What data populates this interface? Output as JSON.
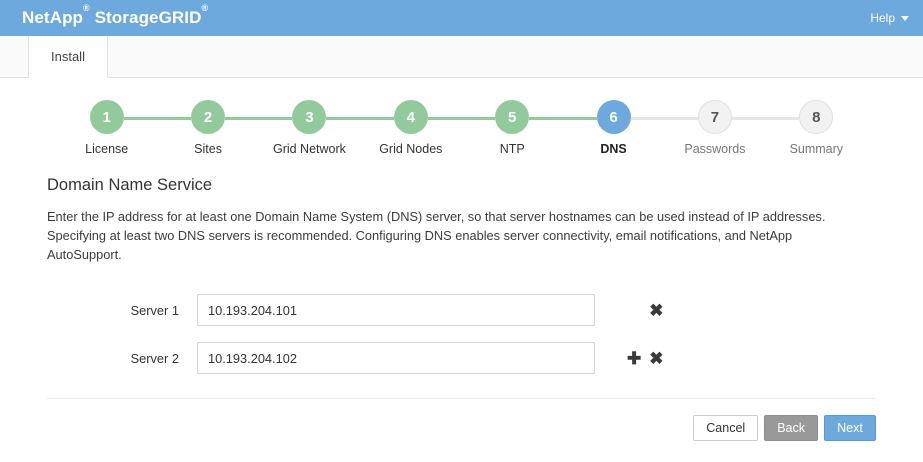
{
  "header": {
    "brand_name": "NetApp",
    "brand_product": "StorageGRID",
    "registered_mark": "®",
    "help_label": "Help",
    "help_caret_icon": "chevron-down-icon",
    "background_color": "#6da9dd"
  },
  "tabs": [
    {
      "label": "Install",
      "active": true
    }
  ],
  "stepper": {
    "colors": {
      "done": "#93ca9b",
      "current": "#6da9dd",
      "todo": "#f2f2f2"
    },
    "steps": [
      {
        "number": "1",
        "label": "License",
        "state": "done"
      },
      {
        "number": "2",
        "label": "Sites",
        "state": "done"
      },
      {
        "number": "3",
        "label": "Grid Network",
        "state": "done"
      },
      {
        "number": "4",
        "label": "Grid Nodes",
        "state": "done"
      },
      {
        "number": "5",
        "label": "NTP",
        "state": "done"
      },
      {
        "number": "6",
        "label": "DNS",
        "state": "current"
      },
      {
        "number": "7",
        "label": "Passwords",
        "state": "todo"
      },
      {
        "number": "8",
        "label": "Summary",
        "state": "todo"
      }
    ]
  },
  "main": {
    "title": "Domain Name Service",
    "description": "Enter the IP address for at least one Domain Name System (DNS) server, so that server hostnames can be used instead of IP addresses. Specifying at least two DNS servers is recommended. Configuring DNS enables server connectivity, email notifications, and NetApp AutoSupport.",
    "servers": [
      {
        "label": "Server 1",
        "value": "10.193.204.101",
        "placeholder": "",
        "has_add": false,
        "has_remove": true
      },
      {
        "label": "Server 2",
        "value": "10.193.204.102",
        "placeholder": "",
        "has_add": true,
        "has_remove": true
      }
    ],
    "icons": {
      "add": "✚",
      "remove": "✖"
    }
  },
  "footer": {
    "cancel_label": "Cancel",
    "back_label": "Back",
    "next_label": "Next"
  }
}
